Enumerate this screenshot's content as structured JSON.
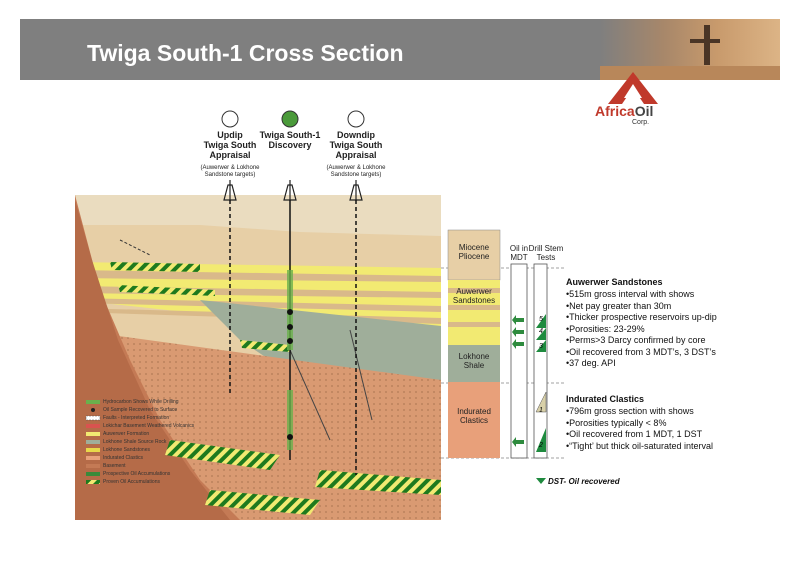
{
  "header": {
    "title": "Twiga South-1 Cross Section"
  },
  "logo": {
    "brand_a": "Africa",
    "brand_b": "Oil",
    "corp": "Corp."
  },
  "wells": [
    {
      "name": "Updip Twiga South Appraisal",
      "line1": "Updip",
      "line2": "Twiga South",
      "line3": "Appraisal",
      "note1": "(Auwerwer & Lokhone",
      "note2": "Sandstone targets)",
      "status": "open"
    },
    {
      "name": "Twiga South-1 Discovery",
      "line1": "Twiga South-1",
      "line2": "Discovery",
      "line3": "",
      "note1": "",
      "note2": "",
      "status": "discovery"
    },
    {
      "name": "Downdip Twiga South Appraisal",
      "line1": "Downdip",
      "line2": "Twiga South",
      "line3": "Appraisal",
      "note1": "(Auwerwer & Lokhone",
      "note2": "Sandstone targets)",
      "status": "open"
    }
  ],
  "columns": {
    "mdt_label_1": "Oil in",
    "mdt_label_2": "MDT",
    "dst_label_1": "Drill Stem",
    "dst_label_2": "Tests"
  },
  "stratigraphy": [
    {
      "line1": "Miocene",
      "line2": "Pliocene",
      "color": "#e7cfa6"
    },
    {
      "line1": "Auwerwer",
      "line2": "Sandstones",
      "color": "#f2ea72"
    },
    {
      "line1": "Lokhone",
      "line2": "Shale",
      "color": "#9fae9a"
    },
    {
      "line1": "Indurated",
      "line2": "Clastics",
      "color": "#e8a07a"
    }
  ],
  "dst_numbers": [
    "5",
    "4",
    "3",
    "1",
    "2"
  ],
  "auwerwer": {
    "heading": "Auwerwer Sandstones",
    "bullets": [
      "•515m gross interval with shows",
      "•Net pay greater than 30m",
      "•Thicker prospective reservoirs up-dip",
      "•Porosities: 23-29%",
      "•Perms>3 Darcy confirmed by core",
      "•Oil recovered from 3 MDT’s, 3 DST’s",
      "•37 deg. API"
    ]
  },
  "indurated": {
    "heading": "Indurated Clastics",
    "bullets": [
      "•796m gross  section with shows",
      "•Porosities typically < 8%",
      "•Oil recovered from 1 MDT, 1 DST",
      "•“Tight’ but thick oil-saturated interval"
    ]
  },
  "dst_legend": "DST- Oil recovered",
  "legend": [
    {
      "label": "Hydrocarbon Shows While Drilling",
      "color": "#6ab04c"
    },
    {
      "label": "Oil Sample Recovered to Surface",
      "color": "#222222"
    },
    {
      "label": "Faults - Interpreted Formation",
      "color": "#555555"
    },
    {
      "label": "Lokichar Basement Weathered Volcanics",
      "color": "#d9534f"
    },
    {
      "label": "Auwerwer Formation",
      "color": "#f2ea72"
    },
    {
      "label": "Lokhone Shale Source Rock",
      "color": "#9fae9a"
    },
    {
      "label": "Lokhone Sandstones",
      "color": "#e8d84a"
    },
    {
      "label": "Indurated Clastics",
      "color": "#e8a07a"
    },
    {
      "label": "Basement",
      "color": "#c47a55"
    },
    {
      "label": "Prospective Oil Accumulations",
      "color": "#3a8a3a"
    },
    {
      "label": "Proven Oil Accumulations",
      "color": "#1e7a1e"
    }
  ]
}
